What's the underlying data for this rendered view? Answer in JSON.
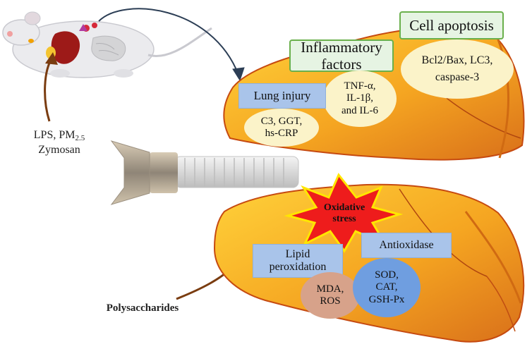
{
  "labels": {
    "lps_prefix": "LPS, PM",
    "lps_sub": "2.5",
    "zymosan": "Zymosan",
    "polysaccharides": "Polysaccharides"
  },
  "cell_apoptosis": {
    "title": "Cell apoptosis",
    "markers": [
      "Bcl2/Bax, LC3,",
      "caspase-3"
    ]
  },
  "inflammatory": {
    "title_lines": [
      "Inflammatory",
      "factors"
    ],
    "markers": [
      "TNF-α,",
      "IL-1β,",
      "and IL-6"
    ]
  },
  "lung_injury": {
    "title": "Lung injury",
    "markers": [
      "C3, GGT,",
      "hs-CRP"
    ]
  },
  "oxidative": {
    "title_lines": [
      "Oxidative",
      "stress"
    ]
  },
  "lipid": {
    "title_lines": [
      "Lipid",
      "peroxidation"
    ],
    "markers": [
      "MDA,",
      "ROS"
    ]
  },
  "antioxidase": {
    "title": "Antioxidase",
    "markers": [
      "SOD,",
      "CAT,",
      "GSH-Px"
    ]
  },
  "colors": {
    "lung_orange": "#f2a623",
    "lung_red_edge": "#c64a10",
    "burst_red": "#ee1c1c",
    "burst_yellow": "#ffe600",
    "box_blue": "#a9c4ea",
    "box_green_border": "#6ab04c",
    "ellipse_pale": "#fbf3c9",
    "ellipse_tan": "#d7a28a",
    "ellipse_blue": "#6f9ee0"
  }
}
